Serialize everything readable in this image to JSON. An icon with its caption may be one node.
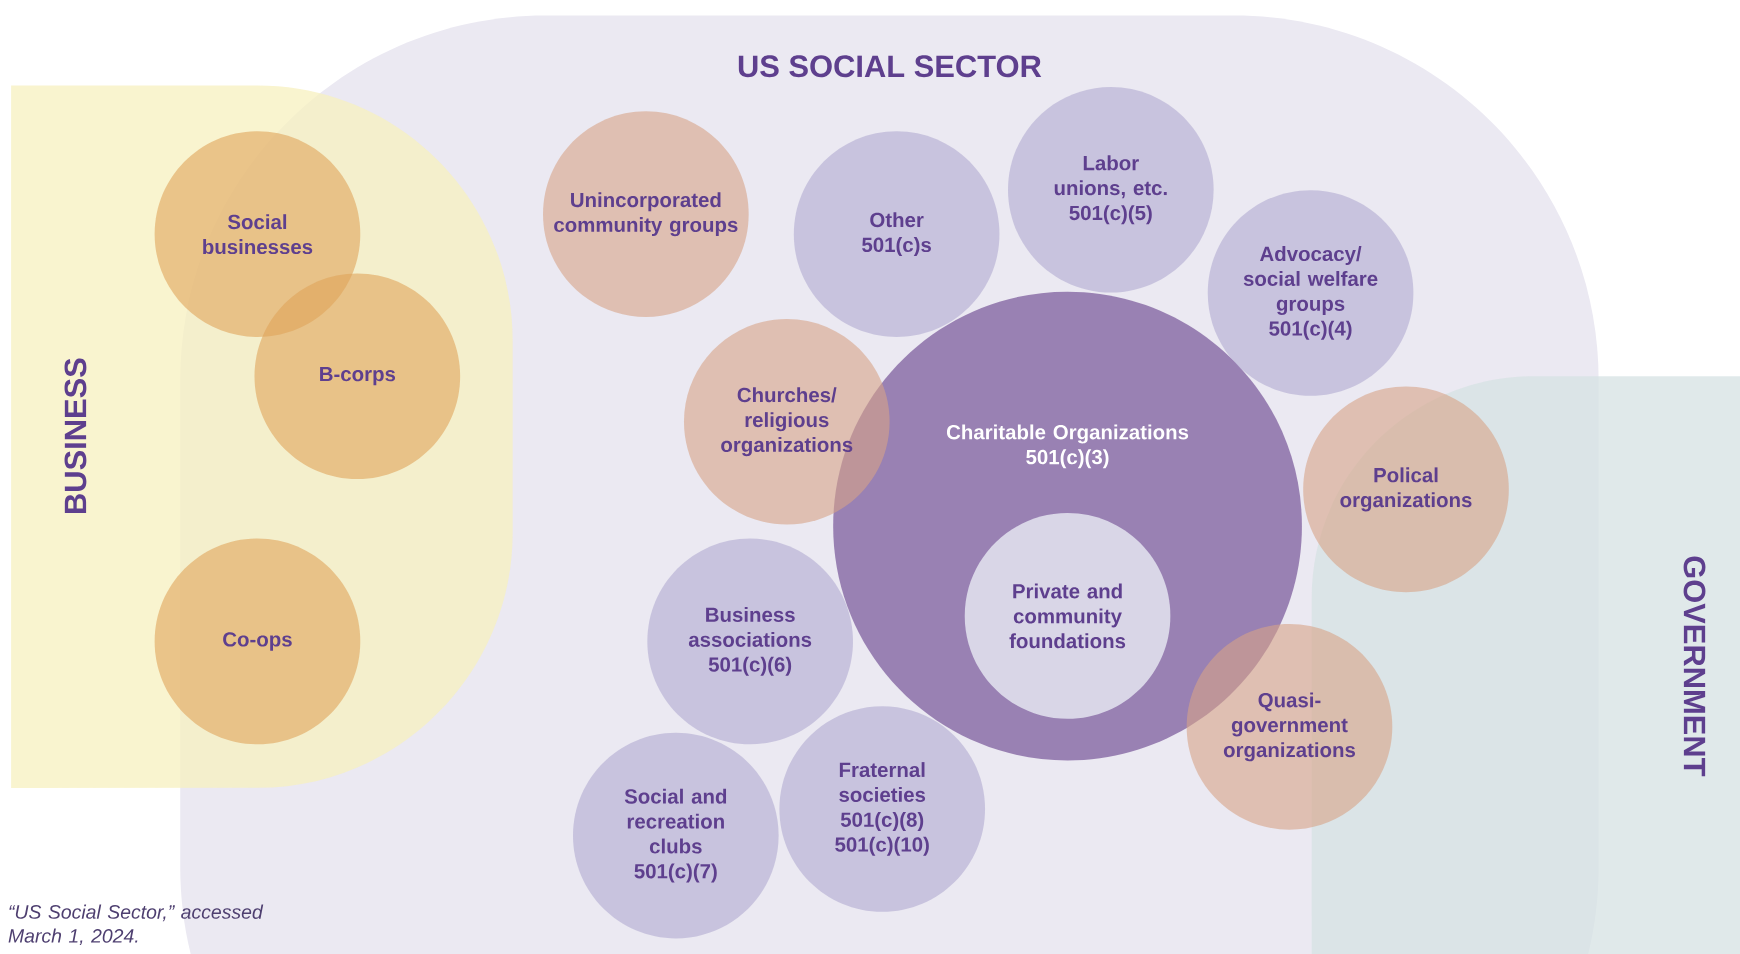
{
  "diagram": {
    "caption": "“US Social Sector,” accessed March 1, 2024.",
    "nodes": [
      {
        "text": [
          "US SOCIAL SECTOR"
        ]
      },
      {
        "text": [
          "BUSINESS"
        ]
      },
      {
        "text": [
          "Social businesses"
        ],
        "in": 1
      },
      {
        "text": [
          "B-corps"
        ]
      },
      {
        "text": [
          "Co-ops"
        ],
        "in": 1
      },
      {
        "text": [
          "Unincorporated community groups"
        ],
        "in": 0
      },
      {
        "text": [
          "Other 501(c)s"
        ],
        "in": 0
      },
      {
        "text": [
          "Labor unions, etc.",
          "501(c)(5)"
        ],
        "in": 0
      },
      {
        "text": [
          "Advocacy/ social welfare groups",
          "501(c)(4)"
        ],
        "in": 0
      },
      {
        "text": [
          "Churches/ religious organizations"
        ],
        "in": 0
      },
      {
        "text": [
          "Charitable Organizations",
          "501(c)(3)"
        ],
        "in": 0
      },
      {
        "text": [
          "Private and community foundations"
        ],
        "in": 10
      },
      {
        "text": [
          "Polical organizations"
        ]
      },
      {
        "text": [
          "Business associations",
          "501(c)(6)"
        ],
        "in": 0
      },
      {
        "text": [
          "Quasi-government organizations"
        ],
        "in": 0
      },
      {
        "text": [
          "Social and recreation clubs",
          "501(c)(7)"
        ],
        "in": 0
      },
      {
        "text": [
          "Fraternal societies",
          "501(c)(8)",
          "501(c)(10)"
        ],
        "in": 0
      },
      {
        "text": [
          "GOVERNMENT"
        ]
      }
    ]
  }
}
